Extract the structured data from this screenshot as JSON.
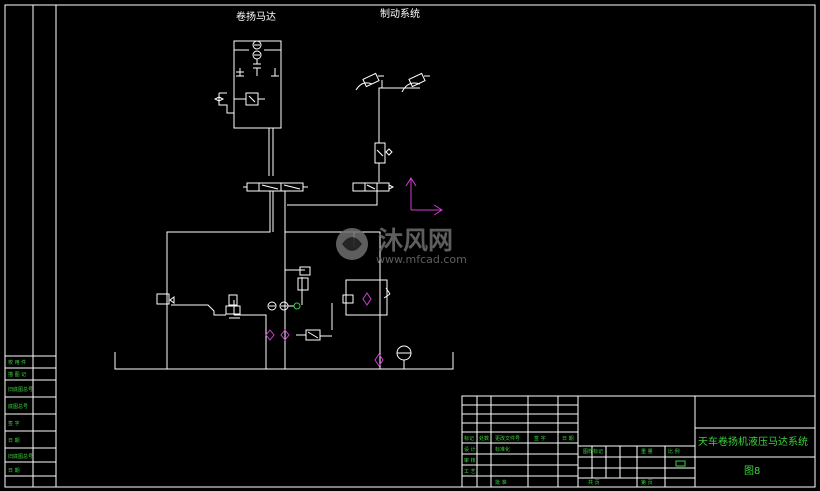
{
  "drawing": {
    "label_winch_motor": "卷扬马达",
    "label_brake_system": "制动系统",
    "title": "天车卷扬机液压马达系统",
    "drawing_mark": "图8"
  },
  "watermark": {
    "brand": "沐风网",
    "url": "www.mfcad.com"
  },
  "left_strip": {
    "rows": [
      "校 用 件",
      "描 图 记",
      "旧底图总号",
      "底图总号",
      "签  字",
      "日  期",
      "旧底图总号",
      "日  期"
    ]
  },
  "title_block": {
    "cells": [
      "标记",
      "处数",
      "更改文件号",
      "签 字",
      "日 期",
      "设 计",
      "标准化",
      "审 核",
      "工 艺",
      "批 准",
      "图样标记",
      "重 量",
      "比 例",
      "共  页",
      "第  页"
    ]
  },
  "colors": {
    "line": "#ffffff",
    "annotation": "#3cd23c",
    "axis": "#d23cd2",
    "background": "#000000"
  }
}
